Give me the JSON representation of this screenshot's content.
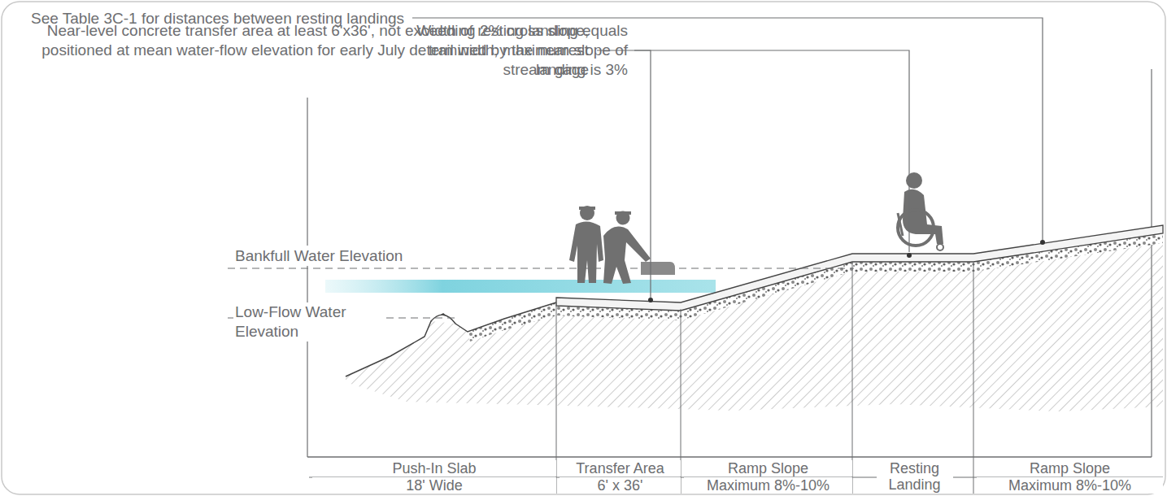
{
  "diagram": {
    "labels": [
      "See Table 3C-1 for distances between resting landings",
      "Near-level concrete transfer area at least 6'x36', not exceeding 2% cross slope, positioned at mean water-flow elevation for early July determined by the nearest stream gage",
      "Width of resting landing equals trail width; maximum slope of landing is 3%",
      "Bankfull Water Elevation",
      "Low-Flow Water Elevation",
      "Push-In Slab",
      "Transfer Area",
      "Ramp Slope",
      "Resting Landing",
      "Ramp Slope",
      "18' Wide",
      "6' x 36'",
      "Maximum 8%-10%",
      "Maximum 8%-10%"
    ]
  }
}
